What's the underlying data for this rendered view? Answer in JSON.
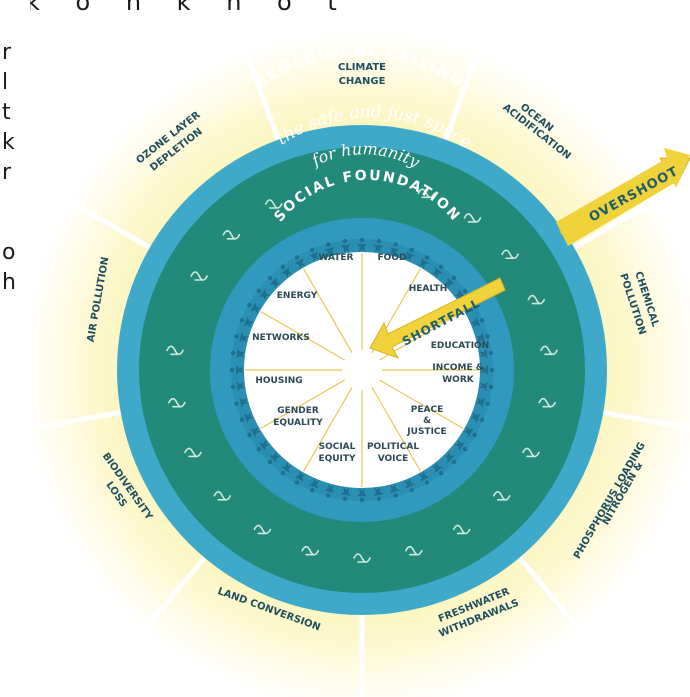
{
  "partial_text": {
    "top": "k o n k n o t",
    "left_letters": [
      "r",
      "l",
      "t",
      "k",
      "r",
      "",
      "o",
      "h"
    ]
  },
  "rings": {
    "ecological_ceiling": "ECOLOGICAL CEILING",
    "safe_space_line1": "the safe and just space",
    "safe_space_line2": "for humanity",
    "social_foundation": "SOCIAL FOUNDATION"
  },
  "arrows": {
    "overshoot": "OVERSHOOT",
    "shortfall": "SHORTFALL"
  },
  "ceiling_labels": {
    "climate_change": [
      "CLIMATE",
      "CHANGE"
    ],
    "ocean_acidification": [
      "OCEAN",
      "ACIDIFICATION"
    ],
    "chemical_pollution": [
      "CHEMICAL",
      "POLLUTION"
    ],
    "nitrogen_phosphorus": [
      "NITROGEN &",
      "PHOSPHORUS LOADING"
    ],
    "freshwater": [
      "FRESHWATER",
      "WITHDRAWALS"
    ],
    "land_conversion": [
      "LAND CONVERSION"
    ],
    "biodiversity": [
      "BIODIVERSITY",
      "LOSS"
    ],
    "air_pollution": [
      "AIR POLLUTION"
    ],
    "ozone": [
      "OZONE LAYER",
      "DEPLETION"
    ]
  },
  "foundation_labels": {
    "water": "WATER",
    "food": "FOOD",
    "health": "HEALTH",
    "education": "EDUCATION",
    "income_work": [
      "INCOME &",
      "WORK"
    ],
    "peace_justice": [
      "PEACE",
      "&",
      "JUSTICE"
    ],
    "political_voice": [
      "POLITICAL",
      "VOICE"
    ],
    "social_equity": [
      "SOCIAL",
      "EQUITY"
    ],
    "gender_equality": [
      "GENDER",
      "EQUALITY"
    ],
    "housing": "HOUSING",
    "networks": "NETWORKS",
    "energy": "ENERGY"
  },
  "colors": {
    "ring_blue": "#3fa9c9",
    "ring_teal": "#23897b",
    "ring_dark_blue": "#2f8fb3",
    "glow_yellow": "#f7ee9b",
    "arrow_yellow": "#f0d23a"
  }
}
